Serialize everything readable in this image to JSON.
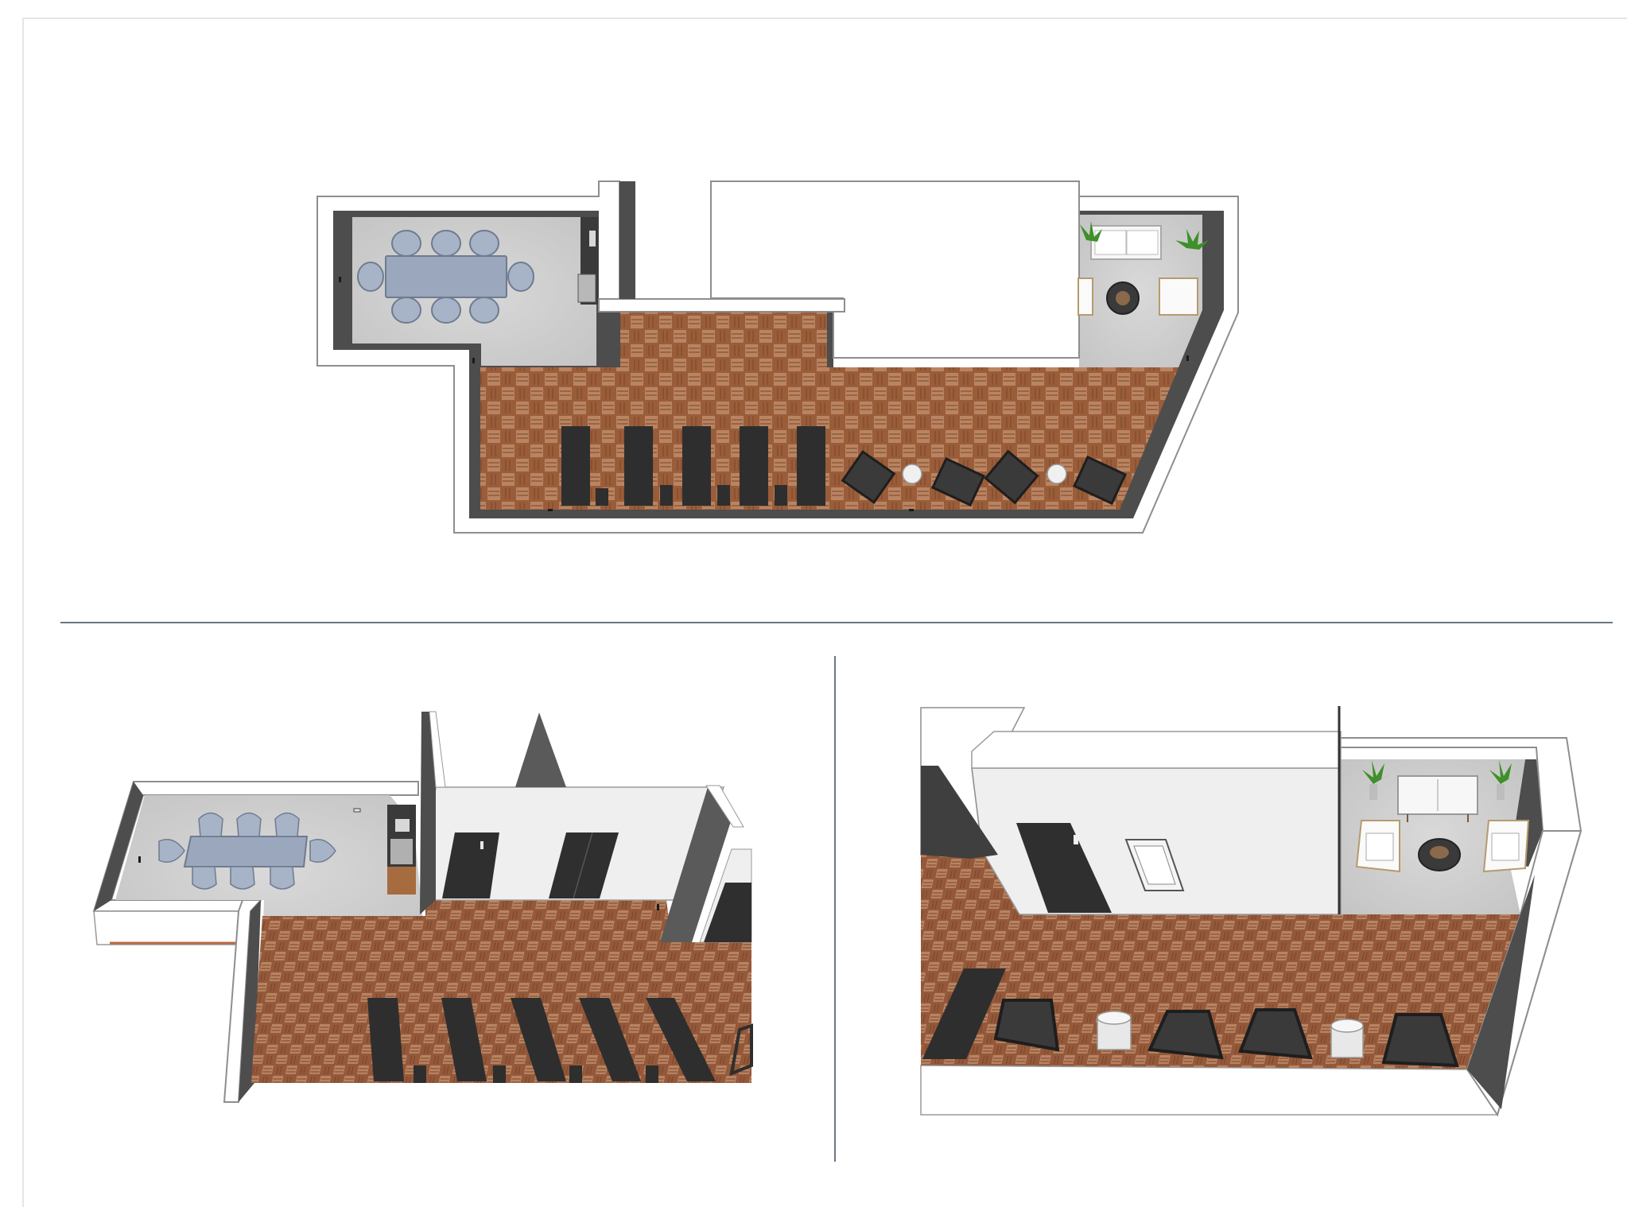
{
  "document": {
    "panels": [
      {
        "id": "top-plan",
        "view": "plan"
      },
      {
        "id": "bottom-left-perspective",
        "view": "perspective"
      },
      {
        "id": "bottom-right-perspective",
        "view": "perspective"
      }
    ],
    "colors": {
      "wall_cap": "#ffffff",
      "wall_cap_stroke": "#8e8e8e",
      "wall_inner": "#4d4d4d",
      "wall_inner_light": "#6a6a6a",
      "concrete": "#cfcfcf",
      "deck_wood": "#9a5d3a",
      "deck_wood_light": "#b98462",
      "dining_furniture": "#9aa7bd",
      "lounger": "#2e2e2e",
      "planter_green": "#3f8f2a",
      "building_wall": "#efefef",
      "door": "#2f2f2f",
      "rule": "#6b7780"
    },
    "icons": [
      "dining-table-icon",
      "dining-chair-icon",
      "grill-icon",
      "sun-lounger-icon",
      "lounge-chair-icon",
      "side-table-icon",
      "fire-pit-icon",
      "sofa-icon",
      "potted-plant-icon",
      "door-icon",
      "skylight-icon"
    ]
  }
}
